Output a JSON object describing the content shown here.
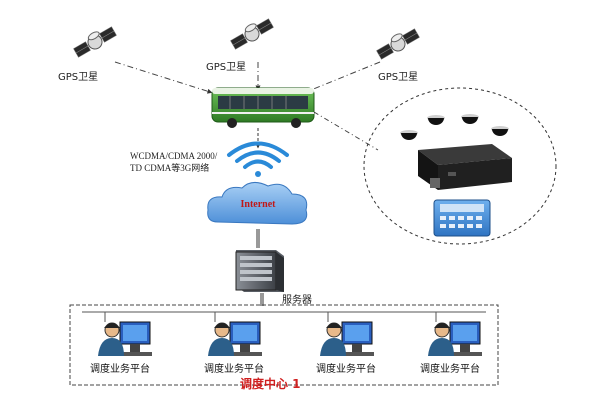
{
  "satellites": [
    {
      "label": "GPS卫星"
    },
    {
      "label": "GPS卫星"
    },
    {
      "label": "GPS卫星"
    }
  ],
  "network": {
    "line1": "WCDMA/CDMA 2000/",
    "line2": "TD CDMA等3G网络"
  },
  "cloud": {
    "label": "Internet"
  },
  "server": {
    "label": "服务器"
  },
  "dispatch": {
    "title": "调度中心 1",
    "workstations": [
      {
        "label": "调度业务平台"
      },
      {
        "label": "调度业务平台"
      },
      {
        "label": "调度业务平台"
      },
      {
        "label": "调度业务平台"
      }
    ]
  },
  "colors": {
    "bus_body": "#4a9a3a",
    "cloud": "#6aa8e8",
    "cloud_text": "#c01818",
    "title_red": "#d02020",
    "wifi": "#2a8ad8"
  }
}
